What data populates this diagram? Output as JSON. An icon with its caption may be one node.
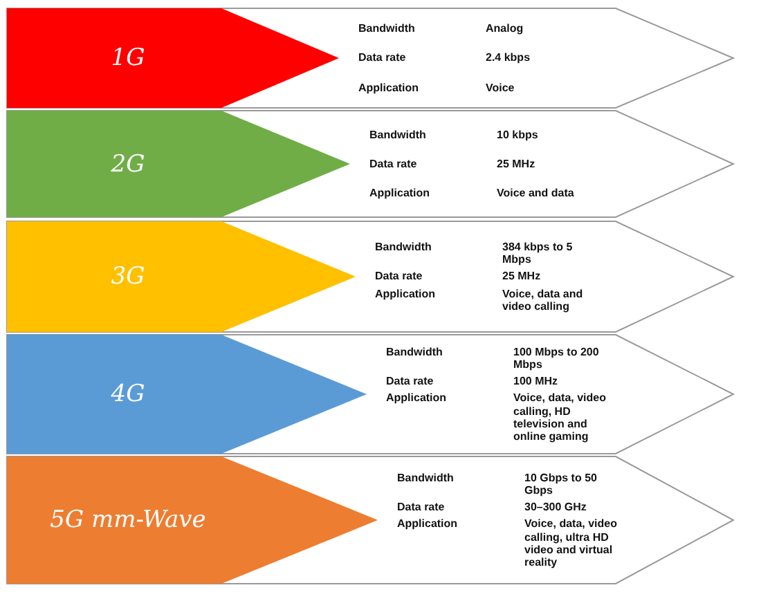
{
  "diagram": {
    "nodes": [
      {
        "text": [
          "Bandwidth",
          "Analog",
          "Data rate",
          "2.4 kbps",
          "Application",
          "Voice"
        ]
      },
      {
        "text": [
          "1G"
        ],
        "in": 0
      },
      {
        "text": [
          "Bandwidth",
          "10 kbps",
          "Data rate",
          "25 MHz",
          "Application",
          "Voice and data"
        ]
      },
      {
        "text": [
          "2G"
        ],
        "in": 2
      },
      {
        "text": [
          "Bandwidth",
          "384 kbps to 5 Mbps",
          "Data rate",
          "25 MHz",
          "Application",
          "Voice, data and video calling"
        ]
      },
      {
        "text": [
          "3G"
        ],
        "in": 4
      },
      {
        "text": [
          "Bandwidth",
          "100 Mbps to 200 Mbps",
          "Data rate",
          "100 MHz",
          "Application",
          "Voice, data, video calling, HD television and online gaming"
        ]
      },
      {
        "text": [
          "4G"
        ],
        "in": 6
      },
      {
        "text": [
          "Bandwidth",
          "10 Gbps to 50 Gbps",
          "Data rate",
          "30–300 GHz",
          "Application",
          "Voice, data, video calling, ultra HD video and virtual reality"
        ]
      },
      {
        "text": [
          "5G mm-Wave"
        ],
        "in": 8
      }
    ]
  }
}
